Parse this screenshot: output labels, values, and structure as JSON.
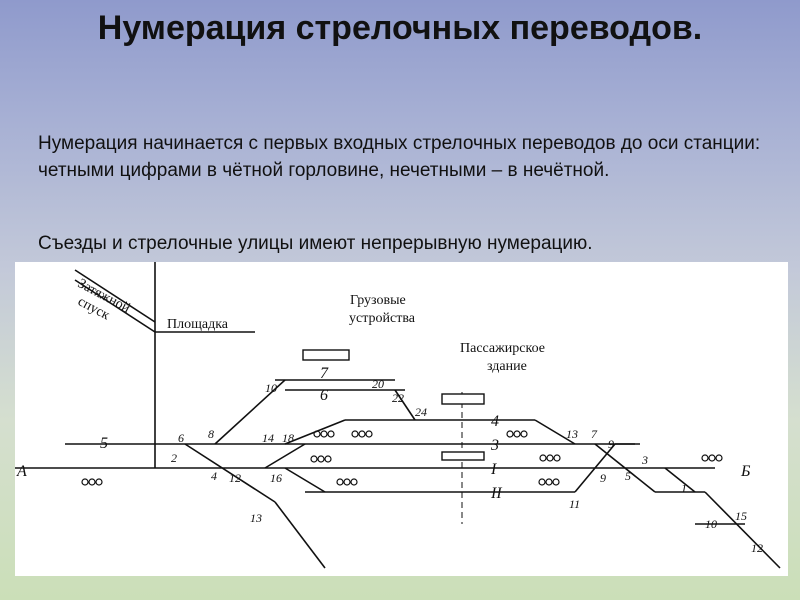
{
  "slide": {
    "title": "Нумерация стрелочных переводов.",
    "paragraph1": "Нумерация начинается с первых входных стрелочных переводов до оси станции: четными цифрами в чётной горловине, нечетными – в нечётной.",
    "paragraph2": "Съезды и стрелочные улицы имеют непрерывную нумерацию."
  },
  "diagram": {
    "labels": {
      "hump": "Затяжной спуск",
      "platform": "Площадка",
      "freight": "Грузовые устройства",
      "passenger": "Пассажирское здание",
      "station_a": "А",
      "station_b": "Б"
    },
    "tracks": [
      "5",
      "7",
      "6",
      "4",
      "3",
      "I",
      "II"
    ],
    "switches": [
      "2",
      "4",
      "6",
      "8",
      "10",
      "12",
      "14",
      "16",
      "18",
      "20",
      "22",
      "24",
      "1",
      "3",
      "5",
      "7",
      "9",
      "9",
      "10",
      "11",
      "12",
      "13",
      "13",
      "15"
    ]
  }
}
